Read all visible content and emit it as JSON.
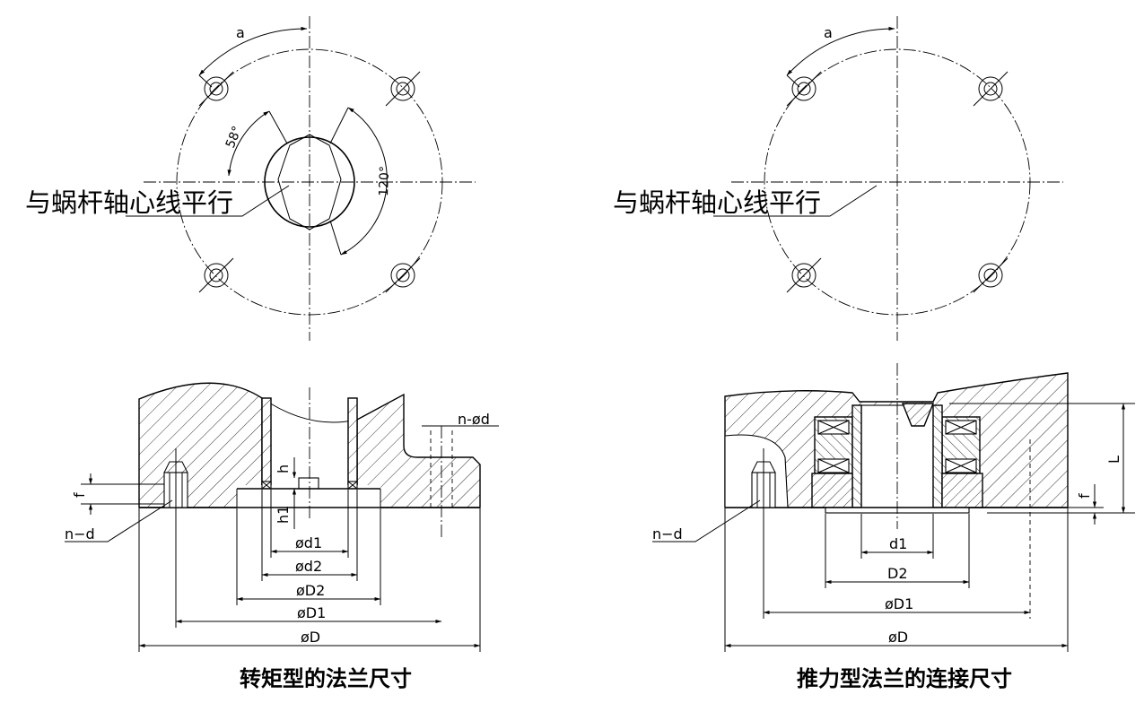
{
  "left": {
    "title": "转矩型的法兰尺寸",
    "note": "与蜗杆轴心线平行",
    "angle_a": "a",
    "angle_58": "58°",
    "angle_120": "120°",
    "label_n_phi_d": "n-ød",
    "label_n_d": "n−d",
    "label_f": "f",
    "label_h": "h",
    "label_h1": "h1",
    "dim_d1": "ød1",
    "dim_d2": "ød2",
    "dim_D2": "øD2",
    "dim_D1": "øD1",
    "dim_D": "øD"
  },
  "right": {
    "title": "推力型法兰的连接尺寸",
    "note": "与蜗杆轴心线平行",
    "angle_a": "a",
    "label_L": "L",
    "label_f": "f",
    "label_n_d": "n−d",
    "dim_d1": "d1",
    "dim_D2": "D2",
    "dim_D1": "øD1",
    "dim_D": "øD"
  }
}
